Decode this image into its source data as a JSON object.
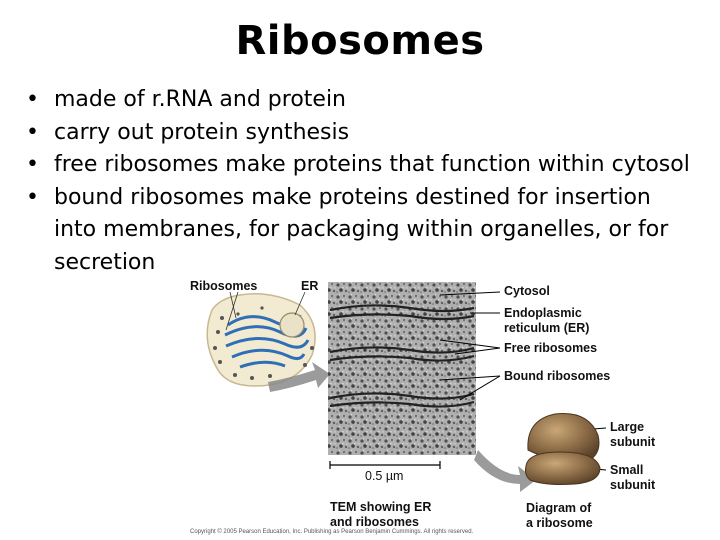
{
  "title": "Ribosomes",
  "bullets": [
    "made of r.RNA and protein",
    "carry out protein synthesis",
    "free ribosomes make proteins that function within cytosol",
    "bound ribosomes make proteins destined for insertion into membranes, for packaging within organelles, or for secretion"
  ],
  "figure": {
    "label_ribosomes": "Ribosomes",
    "label_er": "ER",
    "label_cytosol": "Cytosol",
    "label_er_full_1": "Endoplasmic",
    "label_er_full_2": "reticulum (ER)",
    "label_free": "Free ribosomes",
    "label_bound": "Bound ribosomes",
    "label_large_1": "Large",
    "label_large_2": "subunit",
    "label_small_1": "Small",
    "label_small_2": "subunit",
    "scale": "0.5 µm",
    "caption_tem_1": "TEM showing ER",
    "caption_tem_2": "and ribosomes",
    "caption_diagram_1": "Diagram of",
    "caption_diagram_2": "a ribosome",
    "copyright": "Copyright © 2005 Pearson Education, Inc. Publishing as Pearson Benjamin Cummings. All rights reserved."
  },
  "colors": {
    "er_blue": "#2f6fb8",
    "ribosome_tan": "#8a6a45",
    "cell_outline": "#c9b88f"
  }
}
